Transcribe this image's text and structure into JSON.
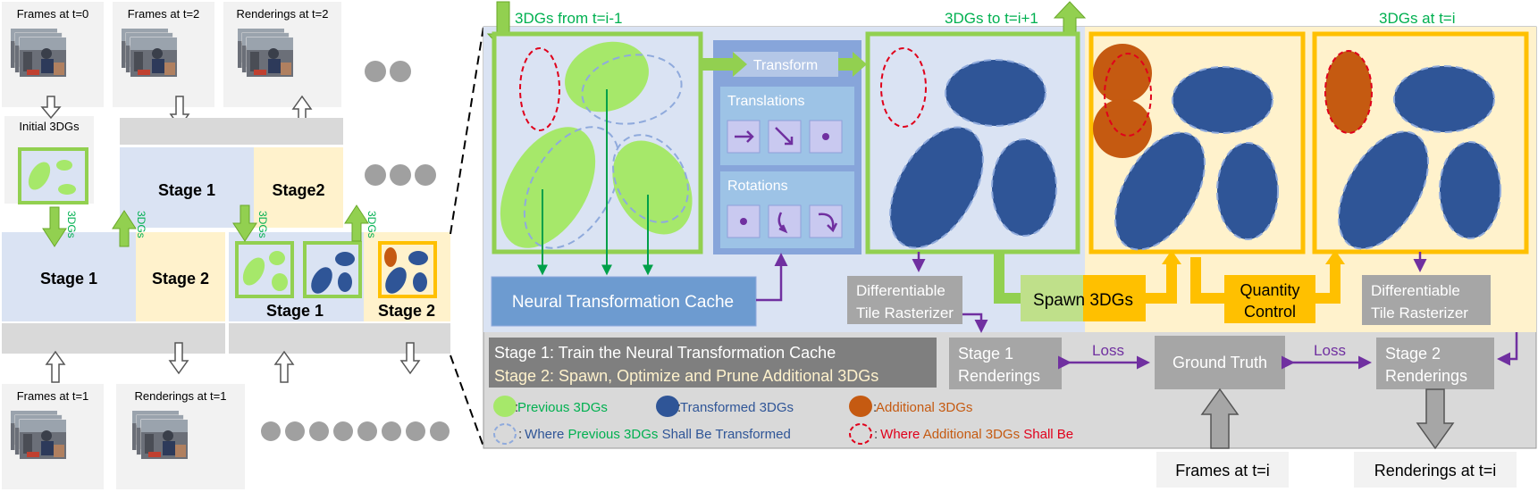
{
  "left": {
    "frames_t0": "Frames at t=0",
    "frames_t2": "Frames at t=2",
    "renderings_t2": "Renderings at t=2",
    "initial_3dgs": "Initial 3DGs",
    "stage1_upper": "Stage 1",
    "stage2_upper": "Stage2",
    "stage1_lower": "Stage 1",
    "stage2_lower": "Stage 2",
    "stage1_mid": "Stage 1",
    "stage2_mid": "Stage 2",
    "arrow_label": "3DGs",
    "frames_t1": "Frames at t=1",
    "renderings_t1": "Renderings at t=1"
  },
  "main": {
    "from_prev": "3DGs from t=i-1",
    "to_next": "3DGs to t=i+1",
    "at_i": "3DGs at t=i",
    "transform": "Transform",
    "translations": "Translations",
    "rotations": "Rotations",
    "ntc": "Neural Transformation Cache",
    "rasterizer1": [
      "Differentiable",
      "Tile Rasterizer"
    ],
    "rasterizer2": [
      "Differentiable",
      "Tile Rasterizer"
    ],
    "spawn": "Spawn 3DGs",
    "quantity_control": [
      "Quantity",
      "Control"
    ],
    "stage1_desc": "Stage 1: Train the Neural Transformation Cache",
    "stage2_desc": "Stage 2: Spawn, Optimize and Prune Additional 3DGs",
    "stage1_renderings": [
      "Stage 1",
      "Renderings"
    ],
    "stage2_renderings": [
      "Stage 2",
      "Renderings"
    ],
    "ground_truth": "Ground Truth",
    "loss_left": "Loss",
    "loss_right": "Loss",
    "frames_ti": "Frames at t=i",
    "renderings_ti": "Renderings at t=i"
  },
  "legend": {
    "previous": "Previous 3DGs",
    "transformed": "Transformed 3DGs",
    "additional": "Additional 3DGs",
    "where_prev": {
      "a": "Where ",
      "b": "Previous 3DGs",
      "c": " Shall Be Transformed"
    },
    "where_add": {
      "a": "Where ",
      "b": "Additional 3DGs",
      "c": " Shall Be"
    }
  },
  "colors": {
    "green": "#92d050",
    "light_green": "#a6e86a",
    "blue_blob": "#2f5597",
    "orange_blob": "#c55a11",
    "label_green": "#00b050",
    "purple": "#7030a0",
    "yellow": "#ffc000",
    "stage1_bg": "#dae3f3",
    "stage2_bg": "#fff2cc"
  }
}
